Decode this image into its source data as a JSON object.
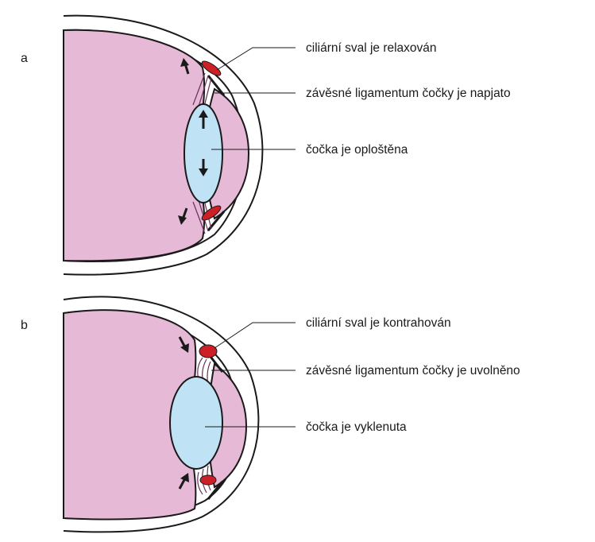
{
  "panels": [
    {
      "id": "a",
      "letter": "a",
      "labels": [
        "ciliární sval je relaxován",
        "závěsné ligamentum čočky je napjato",
        "čočka je oploštěna"
      ]
    },
    {
      "id": "b",
      "letter": "b",
      "labels": [
        "ciliární sval je kontrahován",
        "závěsné ligamentum čočky je uvolněno",
        "čočka je vyklenuta"
      ]
    }
  ],
  "colors": {
    "vitreous": "#e6b9d6",
    "lens": "#bfe3f5",
    "muscle": "#cc1f26",
    "outline": "#1a1a1a",
    "ligament": "#6a2f58"
  }
}
